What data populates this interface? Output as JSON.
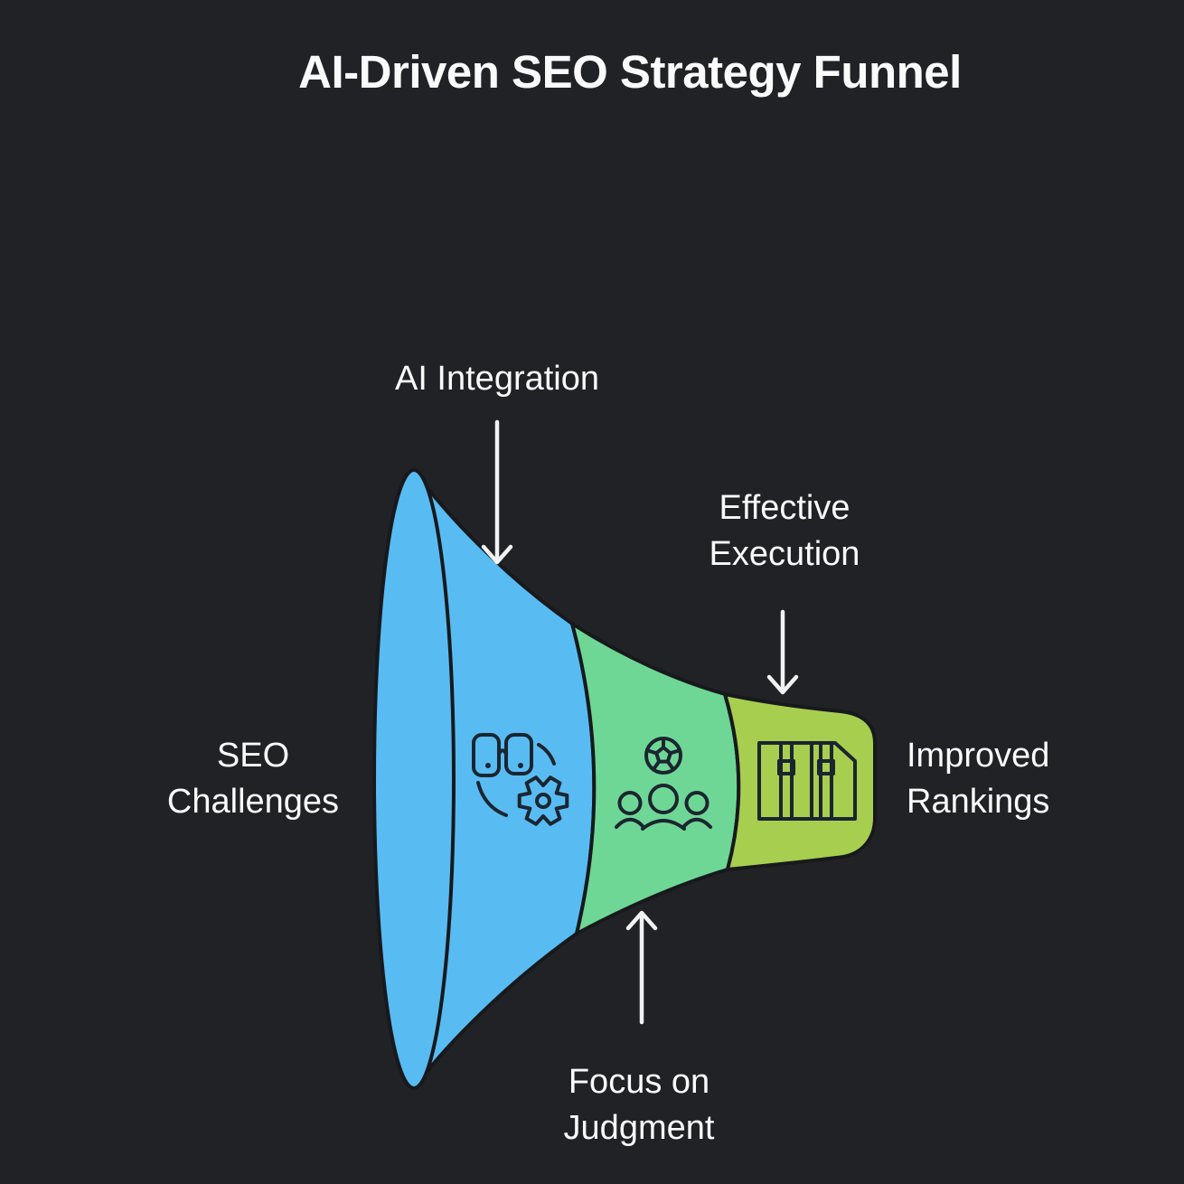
{
  "title": "AI-Driven SEO Strategy Funnel",
  "colors": {
    "background": "#212226",
    "stage_blue": "#58BCF3",
    "stage_green": "#6ED795",
    "stage_lime": "#A7CE4F",
    "outline": "#17191D",
    "icon_stroke": "#1B2530",
    "text": "#FAFAFA",
    "arrow": "#F2F2F2"
  },
  "chart_data": {
    "type": "funnel",
    "orientation": "horizontal-left-to-right",
    "title": "AI-Driven SEO Strategy Funnel",
    "input_label": "SEO Challenges",
    "output_label": "Improved Rankings",
    "stages": [
      {
        "label": "AI Integration",
        "color": "#58BCF3",
        "icon": "glasses-gear-icon",
        "callout_position": "top"
      },
      {
        "label": "Focus on Judgment",
        "color": "#6ED795",
        "icon": "ball-team-icon",
        "callout_position": "bottom"
      },
      {
        "label": "Effective Execution",
        "color": "#A7CE4F",
        "icon": "document-stack-icon",
        "callout_position": "top"
      }
    ]
  },
  "labels": {
    "ai_integration": "AI Integration",
    "effective_execution": "Effective Execution",
    "seo_challenges": "SEO Challenges",
    "improved_rankings": "Improved Rankings",
    "focus_on_judgment": "Focus on Judgment"
  }
}
